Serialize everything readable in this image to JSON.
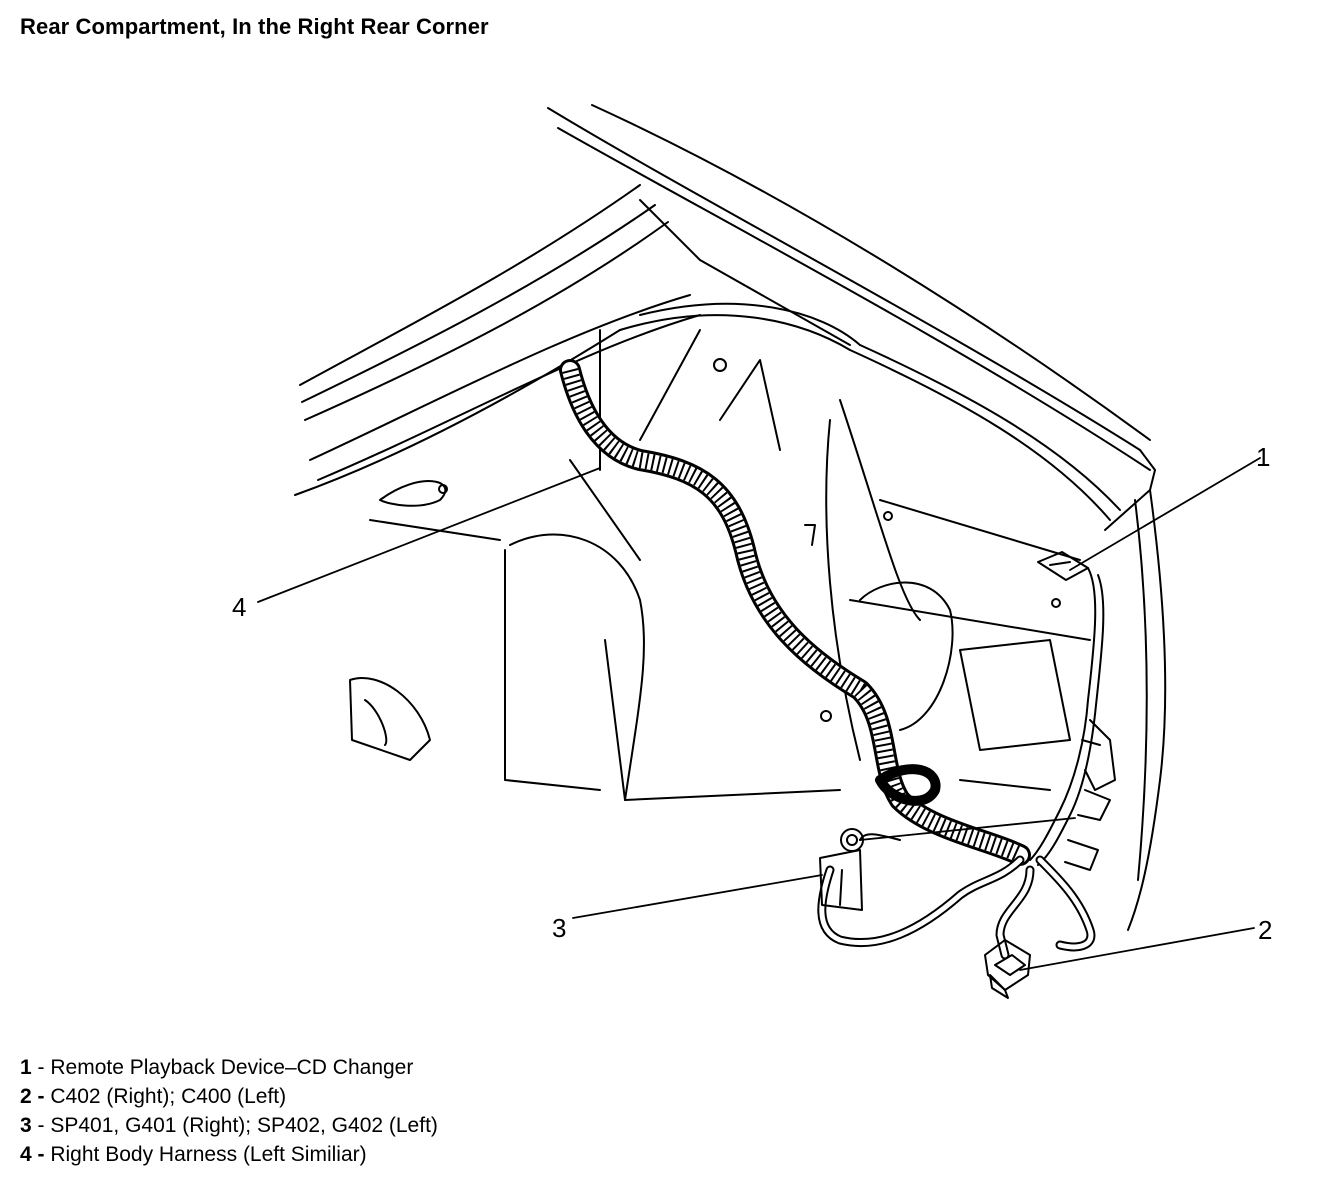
{
  "title": "Rear Compartment, In the Right Rear Corner",
  "callouts": [
    {
      "number": "1"
    },
    {
      "number": "2"
    },
    {
      "number": "3"
    },
    {
      "number": "4"
    }
  ],
  "legend": [
    {
      "number": "1",
      "text": " - Remote Playback Device–CD Changer"
    },
    {
      "number": "2 -",
      "text": " C402 (Right); C400 (Left)"
    },
    {
      "number": "3",
      "text": " - SP401, G401 (Right); SP402, G402 (Left)"
    },
    {
      "number": "4 -",
      "text": " Right Body Harness (Left Similiar)"
    }
  ]
}
